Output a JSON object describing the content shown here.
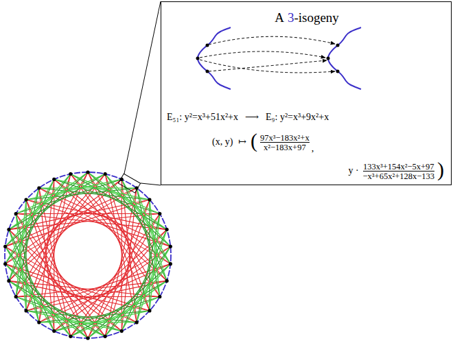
{
  "diagram": {
    "nodes": [
      {
        "text": [
          "A",
          "3",
          "-isogeny",
          "E₅₁: y²=x³+51x²+x",
          "⟶",
          "E₉: y²=x³+9x²+x",
          "(x, y)",
          "↦",
          "(",
          "97x³−183x²+x",
          "x²−183x+97",
          ",",
          "y ·",
          "133x³+154x²−5x+97",
          "−x³+65x²+128x−133",
          ")"
        ]
      }
    ]
  }
}
